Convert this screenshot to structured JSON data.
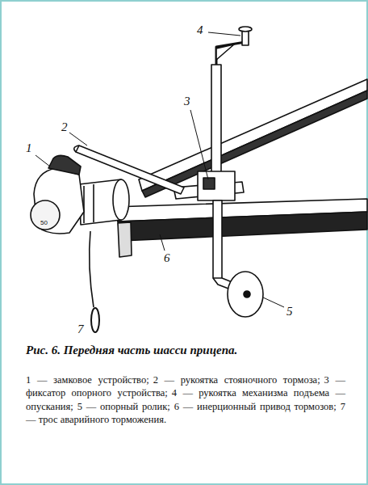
{
  "diagram": {
    "caption": "Рис. 6. Передняя часть шасси прицепа.",
    "labels": [
      "1",
      "2",
      "3",
      "4",
      "5",
      "6",
      "7",
      "50",
      "1 — замковое устройство;",
      "2 — рукоятка стояночного тормоза;",
      "3 — фиксатор опорного устройства;",
      "4 — рукоятка механизма подъема — опускания;",
      "5 — опорный ролик;",
      "6 — инерционный привод тормозов;",
      "7 — трос аварийного торможения."
    ]
  }
}
